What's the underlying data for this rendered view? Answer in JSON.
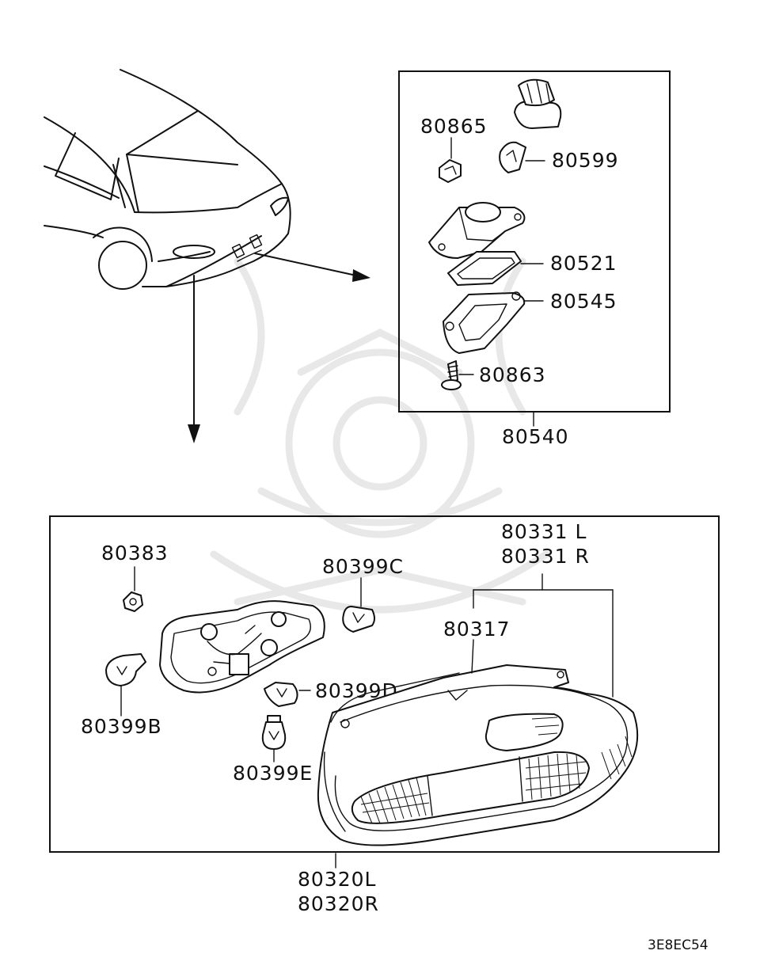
{
  "diagram": {
    "labels": {
      "p80865": "80865",
      "p80599": "80599",
      "p80521": "80521",
      "p80545": "80545",
      "p80863": "80863",
      "p80540": "80540",
      "p80383": "80383",
      "p80399c": "80399C",
      "p80331l": "80331 L",
      "p80331r": "80331 R",
      "p80317": "80317",
      "p80399d": "80399D",
      "p80399b": "80399B",
      "p80399e": "80399E",
      "p80320l": "80320L",
      "p80320r": "80320R"
    },
    "diagram_code": "3E8EC54"
  }
}
